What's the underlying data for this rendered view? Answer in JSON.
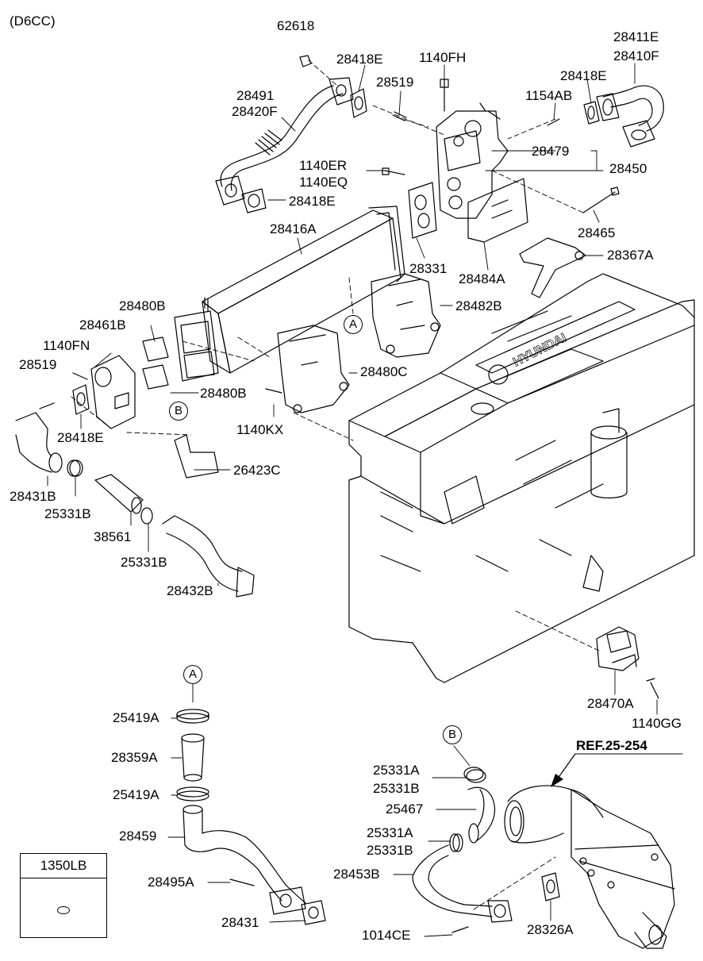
{
  "engine_code": "(D6CC)",
  "labels": {
    "p62618": "62618",
    "p28418E_top": "28418E",
    "p1140FH": "1140FH",
    "p28519_top": "28519",
    "p28491": "28491",
    "p28420F": "28420F",
    "p28411E": "28411E",
    "p28410F": "28410F",
    "p28418E_right": "28418E",
    "p1154AB": "1154AB",
    "p28479": "28479",
    "p28450": "28450",
    "p1140ER": "1140ER",
    "p1140EQ": "1140EQ",
    "p28418E_mid": "28418E",
    "p28416A": "28416A",
    "p28465": "28465",
    "p28331": "28331",
    "p28367A": "28367A",
    "p28484A": "28484A",
    "p28482B": "28482B",
    "p28480B_top": "28480B",
    "p28461B": "28461B",
    "p1140FN": "1140FN",
    "p28519_left": "28519",
    "p28480C": "28480C",
    "p28480B_bot": "28480B",
    "p1140KX": "1140KX",
    "p28418E_low": "28418E",
    "p26423C": "26423C",
    "p28431B": "28431B",
    "p25331B_a": "25331B",
    "p38561": "38561",
    "p25331B_b": "25331B",
    "p28432B": "28432B",
    "p28470A": "28470A",
    "p1140GG": "1140GG",
    "p25419A_top": "25419A",
    "p28359A": "28359A",
    "p25419A_bot": "25419A",
    "p28459": "28459",
    "p28495A": "28495A",
    "p28431": "28431",
    "p25331A_top": "25331A",
    "p25331B_top": "25331B",
    "p25467": "25467",
    "p25331A_bot": "25331A",
    "p25331B_bot": "25331B",
    "p28453B": "28453B",
    "p1014CE": "1014CE",
    "p28326A": "28326A",
    "ref": "REF.25-254"
  },
  "callouts": {
    "A_top": "A",
    "B_top": "B",
    "A_bot": "A",
    "B_bot": "B"
  },
  "legend": {
    "part": "1350LB",
    "icon": "o-ring-icon"
  },
  "engine_brand": "HYUNDAI"
}
